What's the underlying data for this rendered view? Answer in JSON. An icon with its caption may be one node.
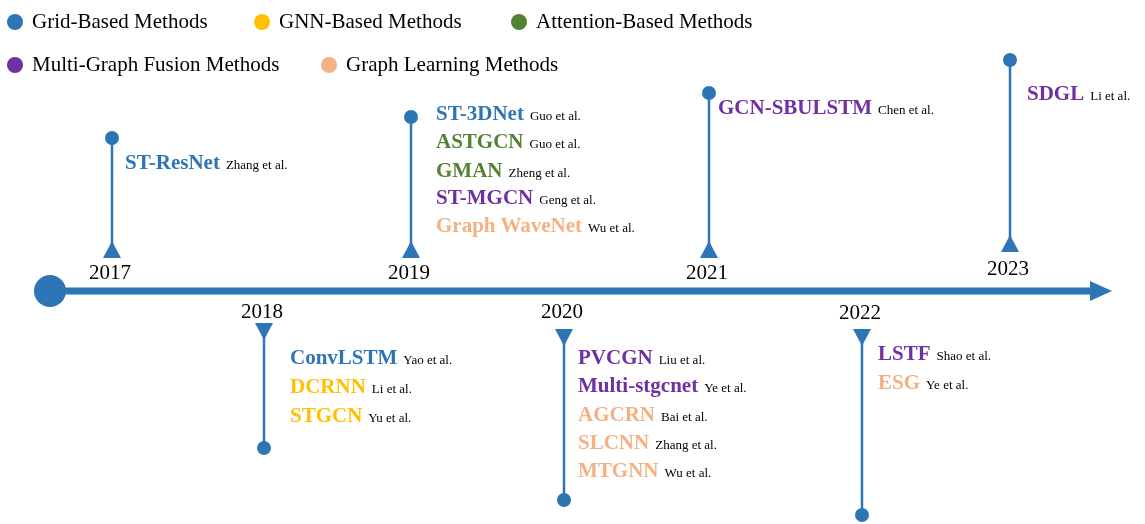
{
  "diagram": {
    "nodes": [
      {
        "text": [
          "ST-ResNet",
          "Zhang et al."
        ]
      },
      {
        "text": [
          "ConvLSTM",
          "Yao et al."
        ]
      },
      {
        "text": [
          "DCRNN",
          "Li et al."
        ]
      },
      {
        "text": [
          "STGCN",
          "Yu et al."
        ]
      },
      {
        "text": [
          "ST-3DNet",
          "Guo et al."
        ]
      },
      {
        "text": [
          "ASTGCN",
          "Guo et al."
        ]
      },
      {
        "text": [
          "GMAN",
          "Zheng et al."
        ]
      },
      {
        "text": [
          "ST-MGCN",
          "Geng et al."
        ]
      },
      {
        "text": [
          "Graph WaveNet",
          "Wu et al."
        ]
      },
      {
        "text": [
          "PVCGN",
          "Liu et al."
        ]
      },
      {
        "text": [
          "Multi-stgcnet",
          "Ye et al."
        ]
      },
      {
        "text": [
          "AGCRN",
          "Bai et al."
        ]
      },
      {
        "text": [
          "SLCNN",
          "Zhang et al."
        ]
      },
      {
        "text": [
          "MTGNN",
          "Wu et al."
        ]
      },
      {
        "text": [
          "GCN-SBULSTM",
          "Chen et al."
        ]
      },
      {
        "text": [
          "LSTF",
          "Shao et al."
        ]
      },
      {
        "text": [
          "ESG",
          "Ye et al."
        ]
      },
      {
        "text": [
          "SDGL",
          "Li et al."
        ]
      }
    ],
    "edges": [],
    "labels": [
      "2017",
      "2018",
      "2019",
      "2020",
      "2021",
      "2022",
      "2023"
    ],
    "legend": [
      {
        "text": "Grid-Based Methods",
        "color": "#2e75b6"
      },
      {
        "text": "GNN-Based Methods",
        "color": "#ffc000"
      },
      {
        "text": "Attention-Based Methods",
        "color": "#548235"
      },
      {
        "text": "Multi-Graph Fusion Methods",
        "color": "#7030a0"
      },
      {
        "text": "Graph Learning Methods",
        "color": "#f4b183"
      }
    ]
  }
}
